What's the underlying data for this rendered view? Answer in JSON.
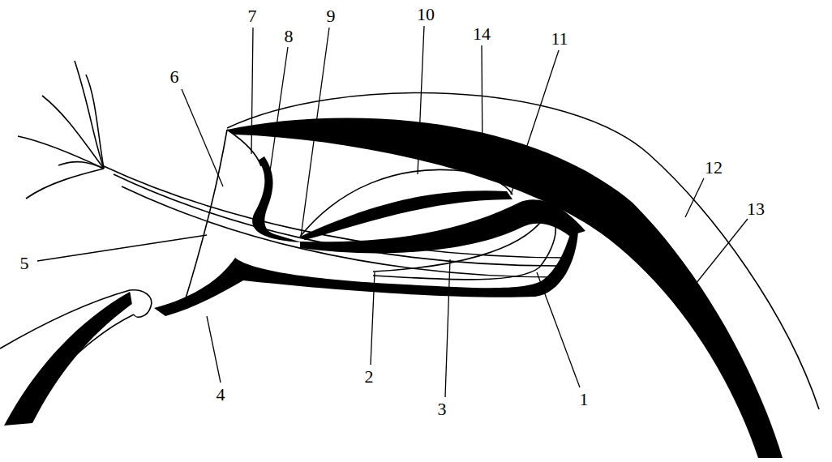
{
  "diagram": {
    "labels": [
      "7",
      "8",
      "9",
      "10",
      "14",
      "11",
      "6",
      "12",
      "13",
      "5",
      "4",
      "2",
      "3",
      "1"
    ]
  }
}
